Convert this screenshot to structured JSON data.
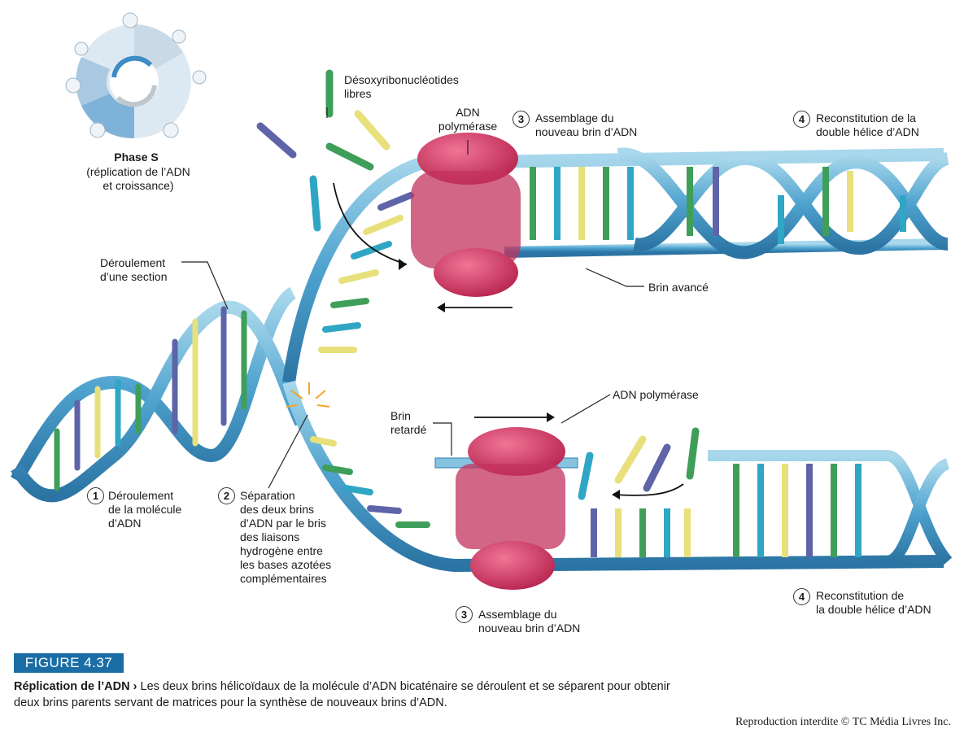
{
  "labels": {
    "phase_s_title": "Phase S",
    "phase_s_line1": "(réplication de l’ADN",
    "phase_s_line2": "et croissance)",
    "free_nucleotides_line1": "Désoxyribonucléotides",
    "free_nucleotides_line2": "libres",
    "polymerase_top_line1": "ADN",
    "polymerase_top_line2": "polymérase",
    "step3_top_number": "3",
    "step3_top_line1": "Assemblage du",
    "step3_top_line2": "nouveau brin d’ADN",
    "step4_top_number": "4",
    "step4_top_line1": "Reconstitution de la",
    "step4_top_line2": "double hélice d’ADN",
    "unwinding_section_line1": "Déroulement",
    "unwinding_section_line2": "d’une section",
    "leading_strand": "Brin avancé",
    "lagging_strand_line1": "Brin",
    "lagging_strand_line2": "retardé",
    "polymerase_bottom": "ADN polymérase",
    "step1_number": "1",
    "step1_line1": "Déroulement",
    "step1_line2": "de la molécule",
    "step1_line3": "d’ADN",
    "step2_number": "2",
    "step2_line1": "Séparation",
    "step2_line2": "des deux brins",
    "step2_line3": "d’ADN par le bris",
    "step2_line4": "des liaisons",
    "step2_line5": "hydrogène entre",
    "step2_line6": "les bases azotées",
    "step2_line7": "complémentaires",
    "step3_bottom_number": "3",
    "step3_bottom_line1": "Assemblage du",
    "step3_bottom_line2": "nouveau brin d’ADN",
    "step4_bottom_number": "4",
    "step4_bottom_line1": "Reconstitution de",
    "step4_bottom_line2": "la double hélice d’ADN"
  },
  "figure": {
    "badge": "FIGURE 4.37",
    "caption_title": "Réplication de l’ADN",
    "caption_arrow": "›",
    "caption_text": "Les deux brins hélicoïdaux de la molécule d’ADN bicaténaire se déroulent et se séparent pour obtenir deux brins parents servant de matrices pour la synthèse de nouveaux brins d’ADN.",
    "copyright": "Reproduction interdite © TC Média Livres Inc."
  },
  "colors": {
    "backbone": "#6fb7d8",
    "backbone_dark": "#2f7fae",
    "polymerase": "#d2456d",
    "base_green": "#3f9f5a",
    "base_blue": "#5f63a8",
    "base_yellow": "#e8e07a",
    "base_cyan": "#2fa6c4",
    "badge": "#1b6ea5"
  }
}
